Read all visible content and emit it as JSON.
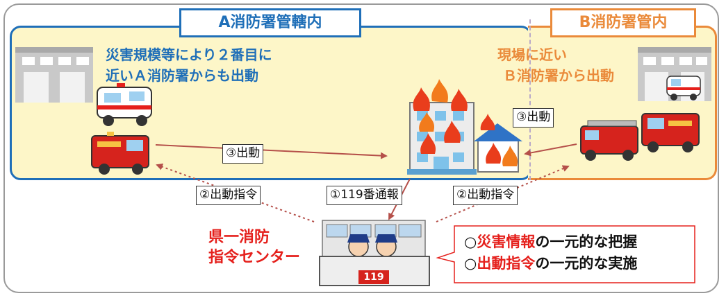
{
  "zones": {
    "a_title": "A消防署管轄内",
    "b_title": "B消防署管内"
  },
  "text_a": {
    "line1": "災害規模等により２番目に",
    "line2": "近いＡ消防署からも出動"
  },
  "text_b": {
    "line1": "現場に近い",
    "line2": "Ｂ消防署から出動"
  },
  "labels": {
    "dispatch_a": "③出動",
    "dispatch_b": "③出動",
    "order_left": "②出動指令",
    "order_right": "②出動指令",
    "report": "①119番通報"
  },
  "center": {
    "line1": "県一消防",
    "line2": "指令センター",
    "desk_number": "119"
  },
  "callout": {
    "line1_prefix": "○",
    "line1_highlight": "災害情報",
    "line1_suffix": "の一元的な把握",
    "line2_prefix": "○",
    "line2_highlight": "出動指令",
    "line2_suffix": "の一元的な実施"
  },
  "colors": {
    "zone_a": "#1f6fb8",
    "zone_b": "#ea8a3a",
    "zone_fill": "#fdf6c8",
    "arrow": "#b5504a",
    "accent": "#e5201c"
  }
}
